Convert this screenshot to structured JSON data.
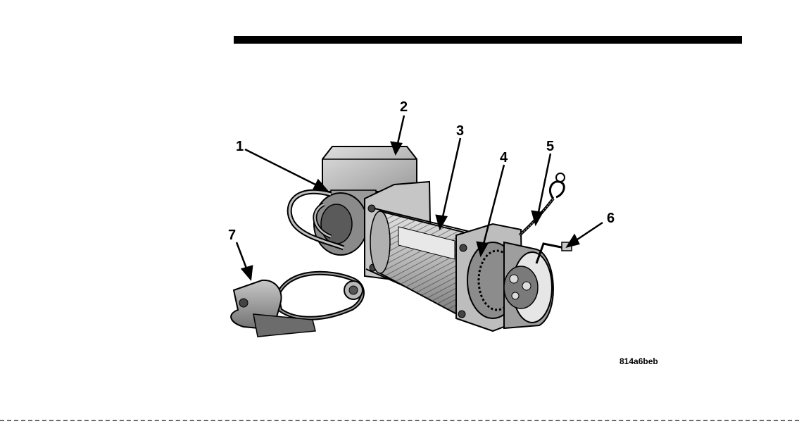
{
  "callouts": [
    {
      "id": "1",
      "text": "1"
    },
    {
      "id": "2",
      "text": "2"
    },
    {
      "id": "3",
      "text": "3"
    },
    {
      "id": "4",
      "text": "4"
    },
    {
      "id": "5",
      "text": "5"
    },
    {
      "id": "6",
      "text": "6"
    },
    {
      "id": "7",
      "text": "7"
    }
  ],
  "figure_code": "814a6beb",
  "colors": {
    "ink": "#000000",
    "metal_light": "#d4d4d4",
    "metal_mid": "#a8a8a8",
    "metal_dark": "#6e6e6e"
  }
}
